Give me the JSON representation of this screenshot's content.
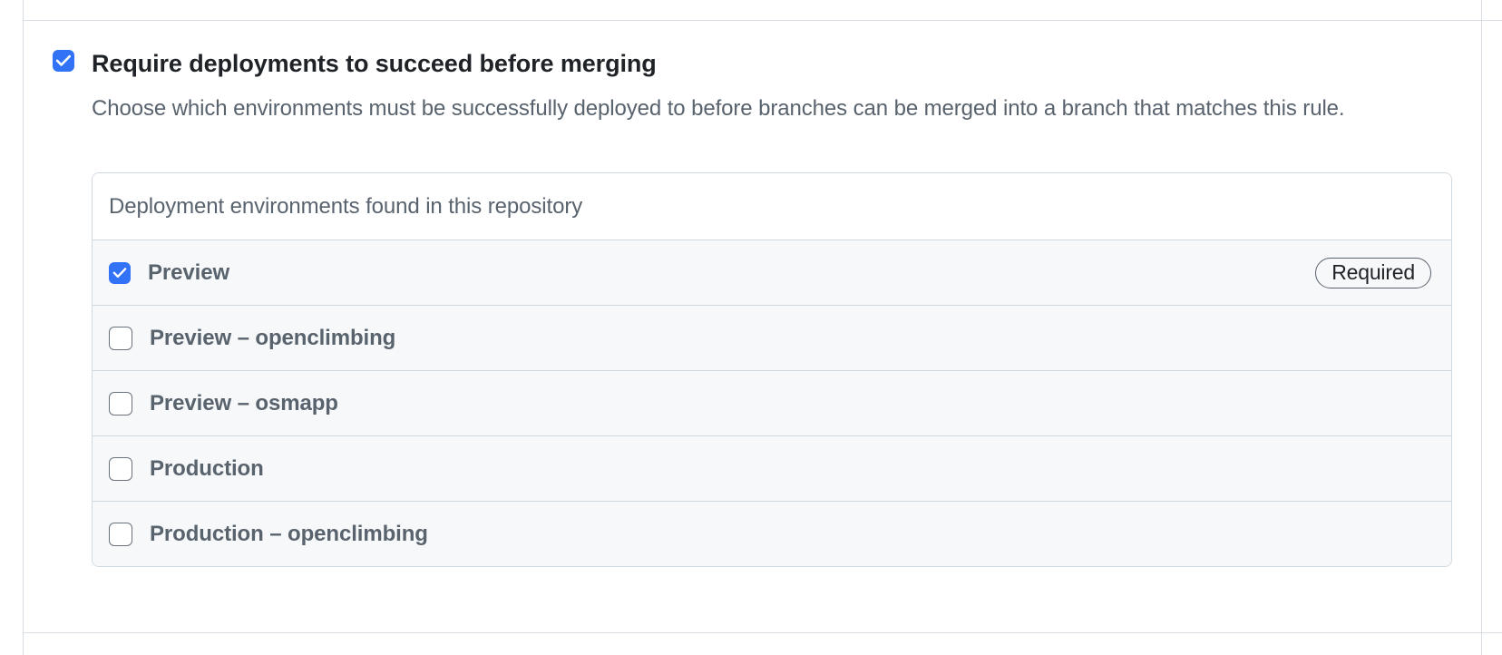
{
  "rule": {
    "checkbox_checked": true,
    "title": "Require deployments to succeed before merging",
    "description": "Choose which environments must be successfully deployed to before branches can be merged into a branch that matches this rule."
  },
  "environments_panel": {
    "header": "Deployment environments found in this repository",
    "rows": [
      {
        "label": "Preview",
        "checked": true,
        "badge": "Required"
      },
      {
        "label": "Preview – openclimbing",
        "checked": false,
        "badge": ""
      },
      {
        "label": "Preview – osmapp",
        "checked": false,
        "badge": ""
      },
      {
        "label": "Production",
        "checked": false,
        "badge": ""
      },
      {
        "label": "Production – openclimbing",
        "checked": false,
        "badge": ""
      }
    ]
  },
  "icons": {
    "checkbox_checked": "checkbox-checked-icon",
    "checkbox_unchecked": "checkbox-unchecked-icon"
  },
  "colors": {
    "accent": "#3172f6",
    "border": "#d1d9e0",
    "row_background": "#f6f8fa",
    "text_primary": "#1f2328",
    "text_muted": "#59636e"
  }
}
